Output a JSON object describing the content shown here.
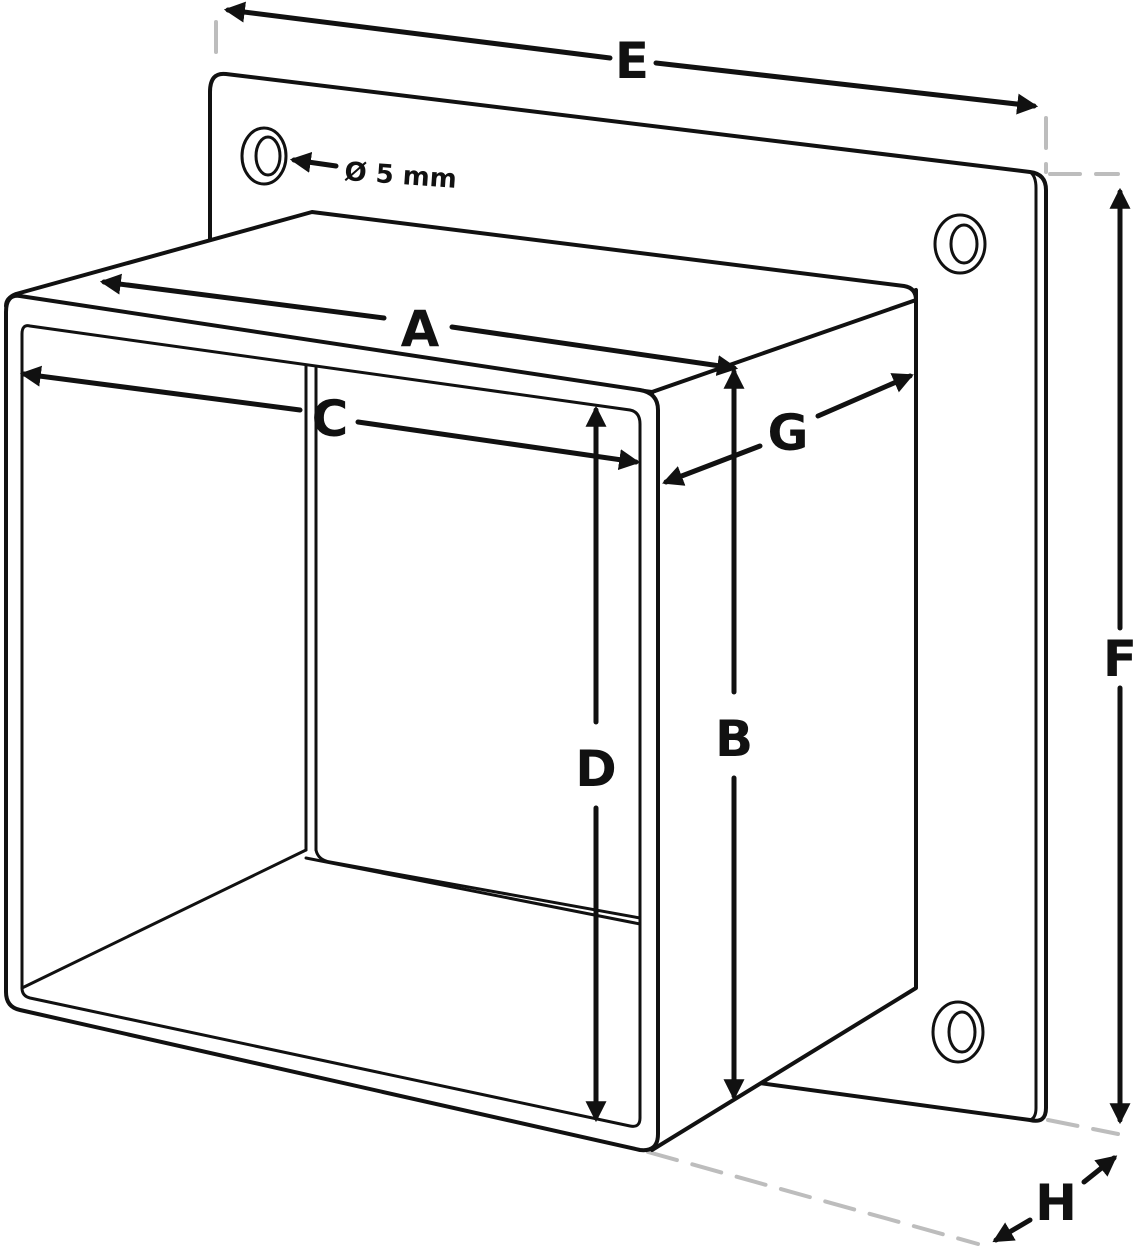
{
  "dimensions": {
    "A": "A",
    "B": "B",
    "C": "C",
    "D": "D",
    "E": "E",
    "F": "F",
    "G": "G",
    "H": "H"
  },
  "hole_note": "Ø 5 mm",
  "colors": {
    "line": "#111111",
    "extension_line": "#bdbdbd",
    "background": "#ffffff"
  }
}
